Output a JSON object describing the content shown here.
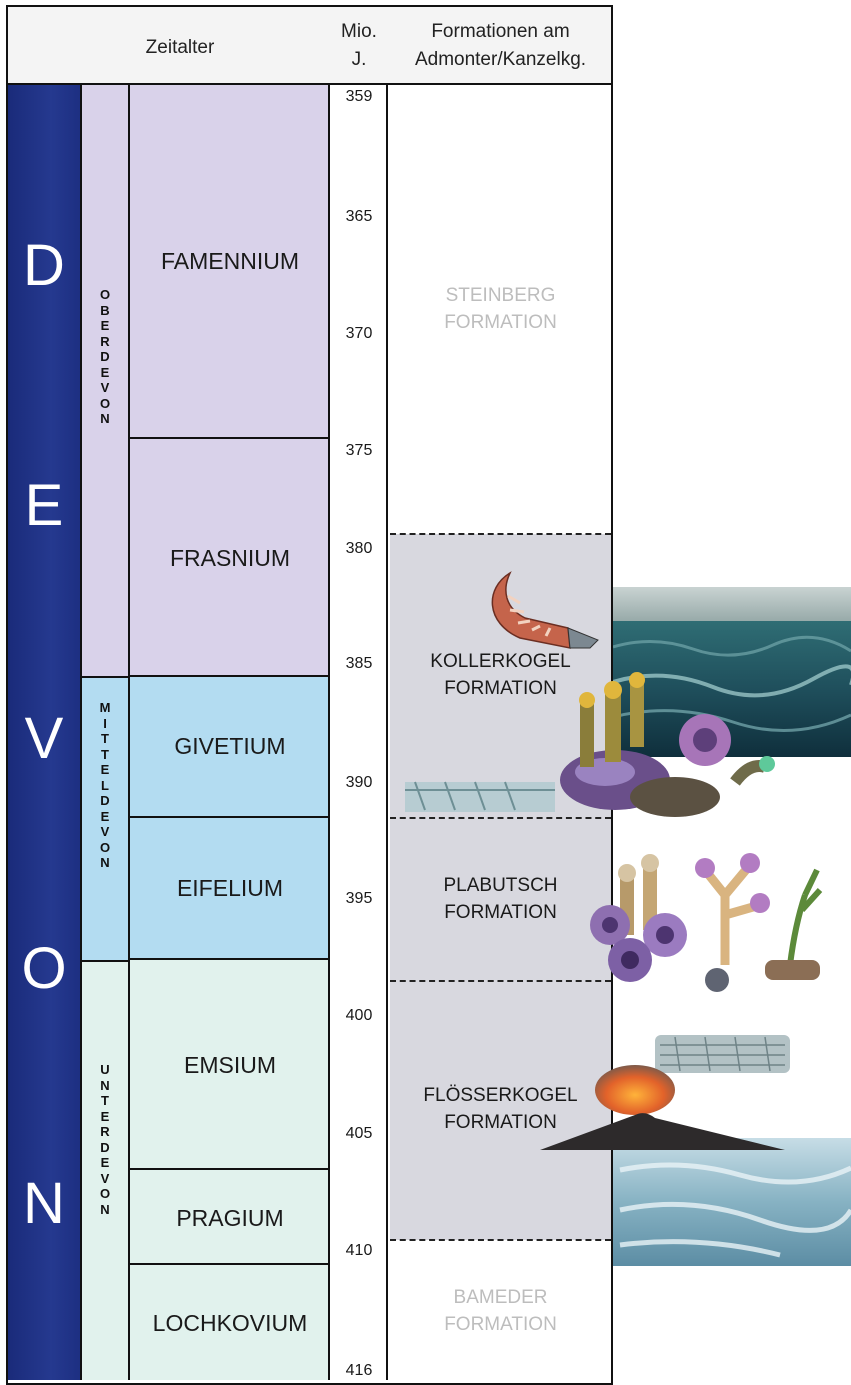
{
  "header": {
    "zeitalter": "Zeitalter",
    "mio_line1": "Mio.",
    "mio_line2": "J.",
    "form_line1": "Formationen am",
    "form_line2": "Admonter/Kanzelkg."
  },
  "period": {
    "letters": [
      "D",
      "E",
      "V",
      "O",
      "N"
    ]
  },
  "epochs": {
    "ober": [
      "O",
      "B",
      "E",
      "R",
      "D",
      "E",
      "V",
      "O",
      "N"
    ],
    "mittel": [
      "M",
      "I",
      "T",
      "T",
      "E",
      "L",
      "D",
      "E",
      "V",
      "O",
      "N"
    ],
    "unter": [
      "U",
      "N",
      "T",
      "E",
      "R",
      "D",
      "E",
      "V",
      "O",
      "N"
    ]
  },
  "stages": {
    "famennium": "FAMENNIUM",
    "frasnium": "FRASNIUM",
    "givetium": "GIVETIUM",
    "eifelium": "EIFELIUM",
    "emsium": "EMSIUM",
    "pragium": "PRAGIUM",
    "lochkovium": "LOCHKOVIUM"
  },
  "ages": [
    "359",
    "365",
    "370",
    "375",
    "380",
    "385",
    "390",
    "395",
    "400",
    "405",
    "410",
    "416"
  ],
  "formations": {
    "steinberg": [
      "STEINBERG",
      "FORMATION"
    ],
    "kollerkogel": [
      "KOLLERKOGEL",
      "FORMATION"
    ],
    "plabutsch": [
      "PLABUTSCH",
      "FORMATION"
    ],
    "floesserkogel": [
      "FLÖSSERKOGEL",
      "FORMATION"
    ],
    "bameder": [
      "BAMEDER",
      "FORMATION"
    ]
  },
  "colors": {
    "era_blue": "#22368b",
    "ober": "#d9d2ea",
    "mittel": "#b3dcf1",
    "unter": "#e1f2ed",
    "form_gray": "#d8d8df",
    "faded_text": "#bdbdbd"
  }
}
